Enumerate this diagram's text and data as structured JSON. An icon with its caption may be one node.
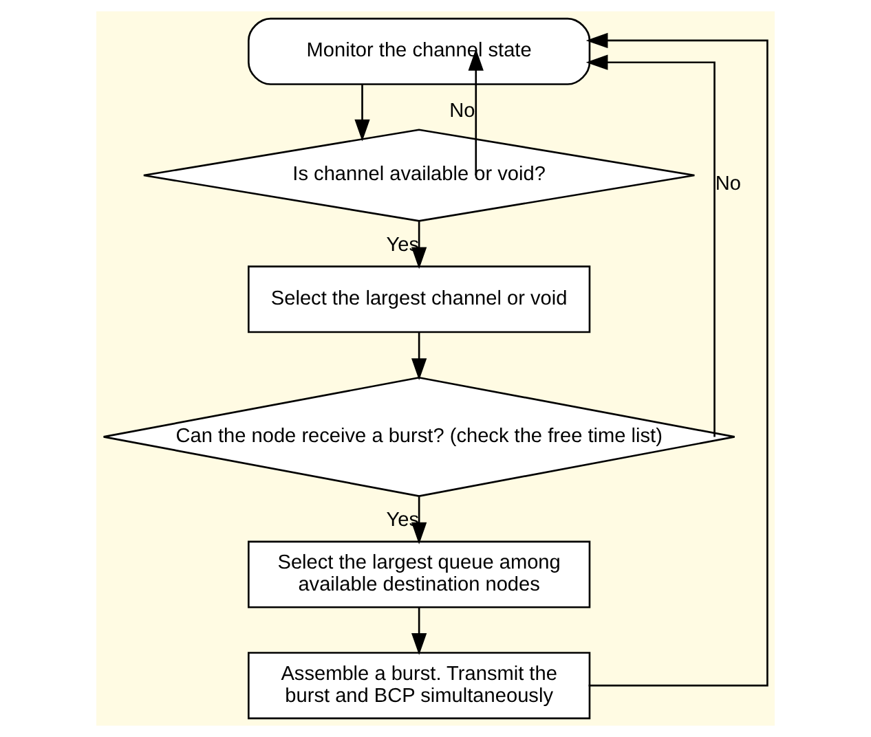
{
  "diagram": {
    "nodes": [
      {
        "text": [
          "Monitor the channel state"
        ]
      },
      {
        "text": [
          "Is channel available or void?"
        ]
      },
      {
        "text": [
          "Select the largest channel or void"
        ]
      },
      {
        "text": [
          "Can the node receive a burst? (check the free time list)"
        ]
      },
      {
        "text": [
          "Select the largest queue among available destination nodes"
        ]
      },
      {
        "text": [
          "Assemble a burst. Transmit the burst and BCP simultaneously"
        ]
      }
    ],
    "edges": [
      {
        "from": 0,
        "to": 1,
        "arrow": "to"
      },
      {
        "from": 1,
        "to": 2,
        "arrow": "to",
        "label": "Yes"
      },
      {
        "from": 2,
        "to": 3,
        "arrow": "to"
      },
      {
        "from": 3,
        "to": 4,
        "arrow": "to",
        "label": "Yes"
      },
      {
        "from": 4,
        "to": 5,
        "arrow": "to"
      },
      {
        "from": 1,
        "to": 0,
        "arrow": "to",
        "label": "No"
      },
      {
        "from": 3,
        "to": 0,
        "arrow": "to",
        "label": "No"
      },
      {
        "from": 5,
        "to": 0,
        "arrow": "to"
      }
    ]
  }
}
